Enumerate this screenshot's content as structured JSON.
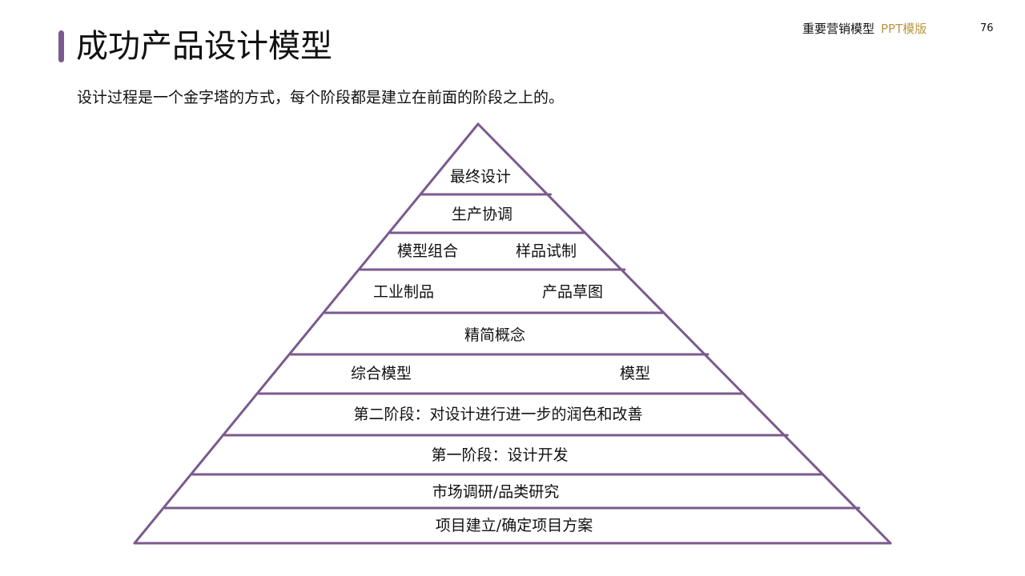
{
  "header": {
    "title": "成功产品设计模型",
    "series": "重要营销模型",
    "brand": "PPT模版",
    "page_number": "76",
    "accent_color": "#7b5a8e",
    "brand_color": "#b8963e"
  },
  "subtitle": "设计过程是一个金字塔的方式，每个阶段都是建立在前面的阶段之上的。",
  "pyramid": {
    "line_color": "#7b5a8e",
    "levels": [
      {
        "labels": [
          "最终设计"
        ]
      },
      {
        "labels": [
          "生产协调"
        ]
      },
      {
        "labels": [
          "模型组合",
          "样品试制"
        ]
      },
      {
        "labels": [
          "工业制品",
          "产品草图"
        ]
      },
      {
        "labels": [
          "精简概念"
        ]
      },
      {
        "labels": [
          "综合模型",
          "模型"
        ]
      },
      {
        "labels": [
          "第二阶段：对设计进行进一步的润色和改善"
        ]
      },
      {
        "labels": [
          "第一阶段：设计开发"
        ]
      },
      {
        "labels": [
          "市场调研/品类研究"
        ]
      },
      {
        "labels": [
          "项目建立/确定项目方案"
        ]
      }
    ]
  }
}
